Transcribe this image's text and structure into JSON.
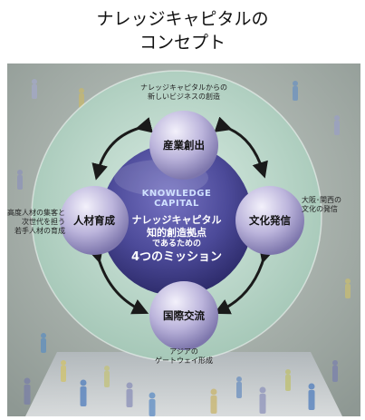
{
  "title": {
    "line1": "ナレッジキャピタルの",
    "line2": "コンセプト"
  },
  "center": {
    "en_line1": "KNOWLEDGE",
    "en_line2": "CAPITAL",
    "jp_line1": "ナレッジキャピタル",
    "jp_line2": "知的創造拠点",
    "jp_line3": "であるための",
    "jp_line4": "4つのミッション"
  },
  "nodes": {
    "top": "産業創出",
    "right": "文化発信",
    "bottom": "国際交流",
    "left": "人材育成"
  },
  "annotations": {
    "top_line1": "ナレッジキャピタルからの",
    "top_line2": "新しいビジネスの創造",
    "right_line1": "大阪･関西の",
    "right_line2": "文化の発信",
    "bottom_line1": "アジアの",
    "bottom_line2": "ゲートウェイ形成",
    "left_line1": "高度人材の集客と",
    "left_line2": "次世代を担う",
    "left_line3": "若手人材の育成"
  },
  "colors": {
    "background_panel": "#9aa5a0",
    "outer_ring": "#b7d3c6",
    "center_circle": "#4a4894",
    "node_sphere": "#b9b2d8",
    "arrow": "#1a1a1a"
  }
}
